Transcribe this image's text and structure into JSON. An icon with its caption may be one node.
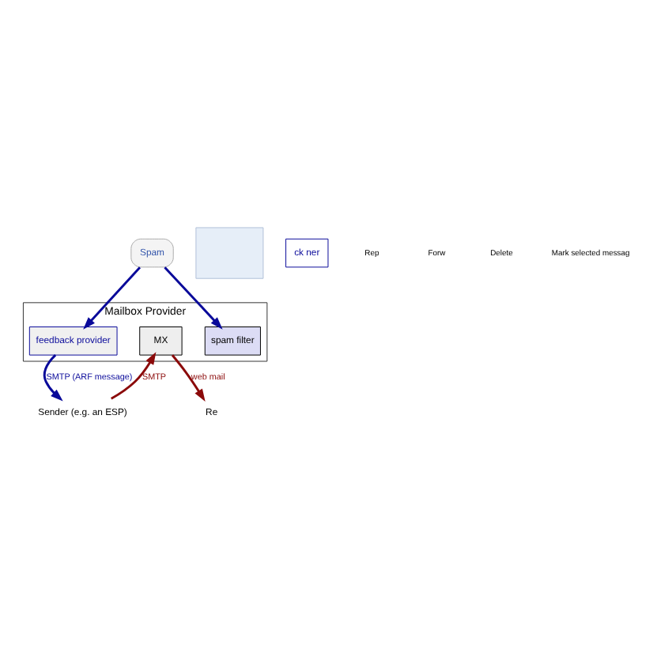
{
  "diagram": {
    "nodes": [
      {
        "text": [
          "Mailbox Provider"
        ]
      },
      {
        "text": [
          "feedback provider"
        ],
        "in": 0
      },
      {
        "text": [
          "spam filter"
        ],
        "in": 0
      },
      {
        "text": [
          "MX"
        ],
        "in": 0
      },
      {
        "text": [
          "Sender (e.g. an ESP)"
        ]
      },
      {
        "text": [
          "Re"
        ]
      },
      {
        "text": [
          "Spam"
        ]
      },
      {
        "text": [],
        "shape": "box"
      },
      {
        "text": [
          "ck ner"
        ]
      }
    ],
    "edges": [
      {
        "from": 4,
        "to": 3,
        "arrow": "to",
        "label": "SMTP",
        "color": "#8b0a0a"
      },
      {
        "from": 3,
        "to": 5,
        "arrow": "to",
        "label": "web mail",
        "color": "#8b0a0a"
      },
      {
        "from": 6,
        "to": 2,
        "arrow": "to",
        "color": "#0a0a9a"
      },
      {
        "from": 6,
        "to": 1,
        "arrow": "to",
        "color": "#0a0a9a"
      },
      {
        "from": 1,
        "to": 4,
        "arrow": "to",
        "label": "SMTP (ARF message)",
        "color": "#0a0a9a"
      }
    ],
    "labels": [
      "Rep",
      "Forw",
      "Delete",
      "Mark selected messag"
    ]
  }
}
